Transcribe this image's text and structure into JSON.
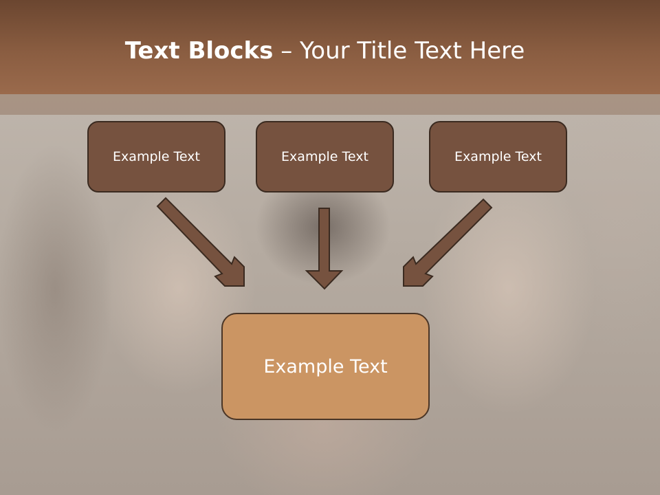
{
  "title": {
    "bold": "Text Blocks",
    "dash": " – ",
    "rest": "Your Title Text Here"
  },
  "blocks": {
    "top": [
      {
        "label": "Example Text"
      },
      {
        "label": "Example Text"
      },
      {
        "label": "Example Text"
      }
    ],
    "bottom": {
      "label": "Example Text"
    }
  },
  "colors": {
    "header": "#8a5d41",
    "small_block": "#76523f",
    "big_block": "#cb9563",
    "arrow_fill": "#76523f",
    "arrow_outline": "#3a2a20"
  }
}
